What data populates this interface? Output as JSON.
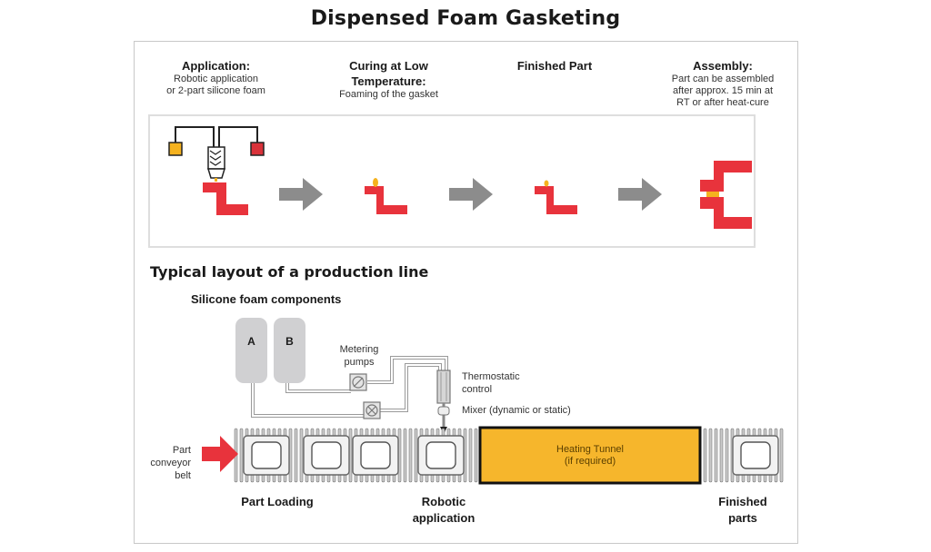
{
  "title": "Dispensed Foam Gasketing",
  "process_steps": [
    {
      "title": "Application:",
      "description": [
        "Robotic application",
        "or 2-part silicone foam"
      ]
    },
    {
      "title": "Curing at Low Temperature:",
      "description": [
        "Foaming of the gasket"
      ]
    },
    {
      "title": "Finished Part",
      "description": []
    },
    {
      "title": "Assembly:",
      "description": [
        "Part can be assembled",
        "after approx. 15 min at",
        "RT or after heat-cure"
      ]
    }
  ],
  "dispenser": {
    "component_a": "A",
    "component_b": "B"
  },
  "production_line": {
    "title": "Typical layout of a production line",
    "components_title": "Silicone foam components",
    "tank_a": "A",
    "tank_b": "B",
    "metering_pumps": "Metering pumps",
    "thermostatic_control": "Thermostatic control",
    "mixer": "Mixer (dynamic or static)",
    "conveyor_label": [
      "Part",
      "conveyor",
      "belt"
    ],
    "heating_tunnel": [
      "Heating Tunnel",
      "(if required)"
    ],
    "stations": [
      "Part Loading",
      "Robotic application",
      "Finished parts"
    ]
  },
  "colors": {
    "part_red": "#e8333c",
    "foam_yellow": "#f5b21e",
    "arrow_gray": "#8c8c8c",
    "tank_gray": "#d0d0d2",
    "tunnel_fill": "#f6b62c",
    "component_a": "#f5b21e",
    "component_b": "#d9323a"
  }
}
